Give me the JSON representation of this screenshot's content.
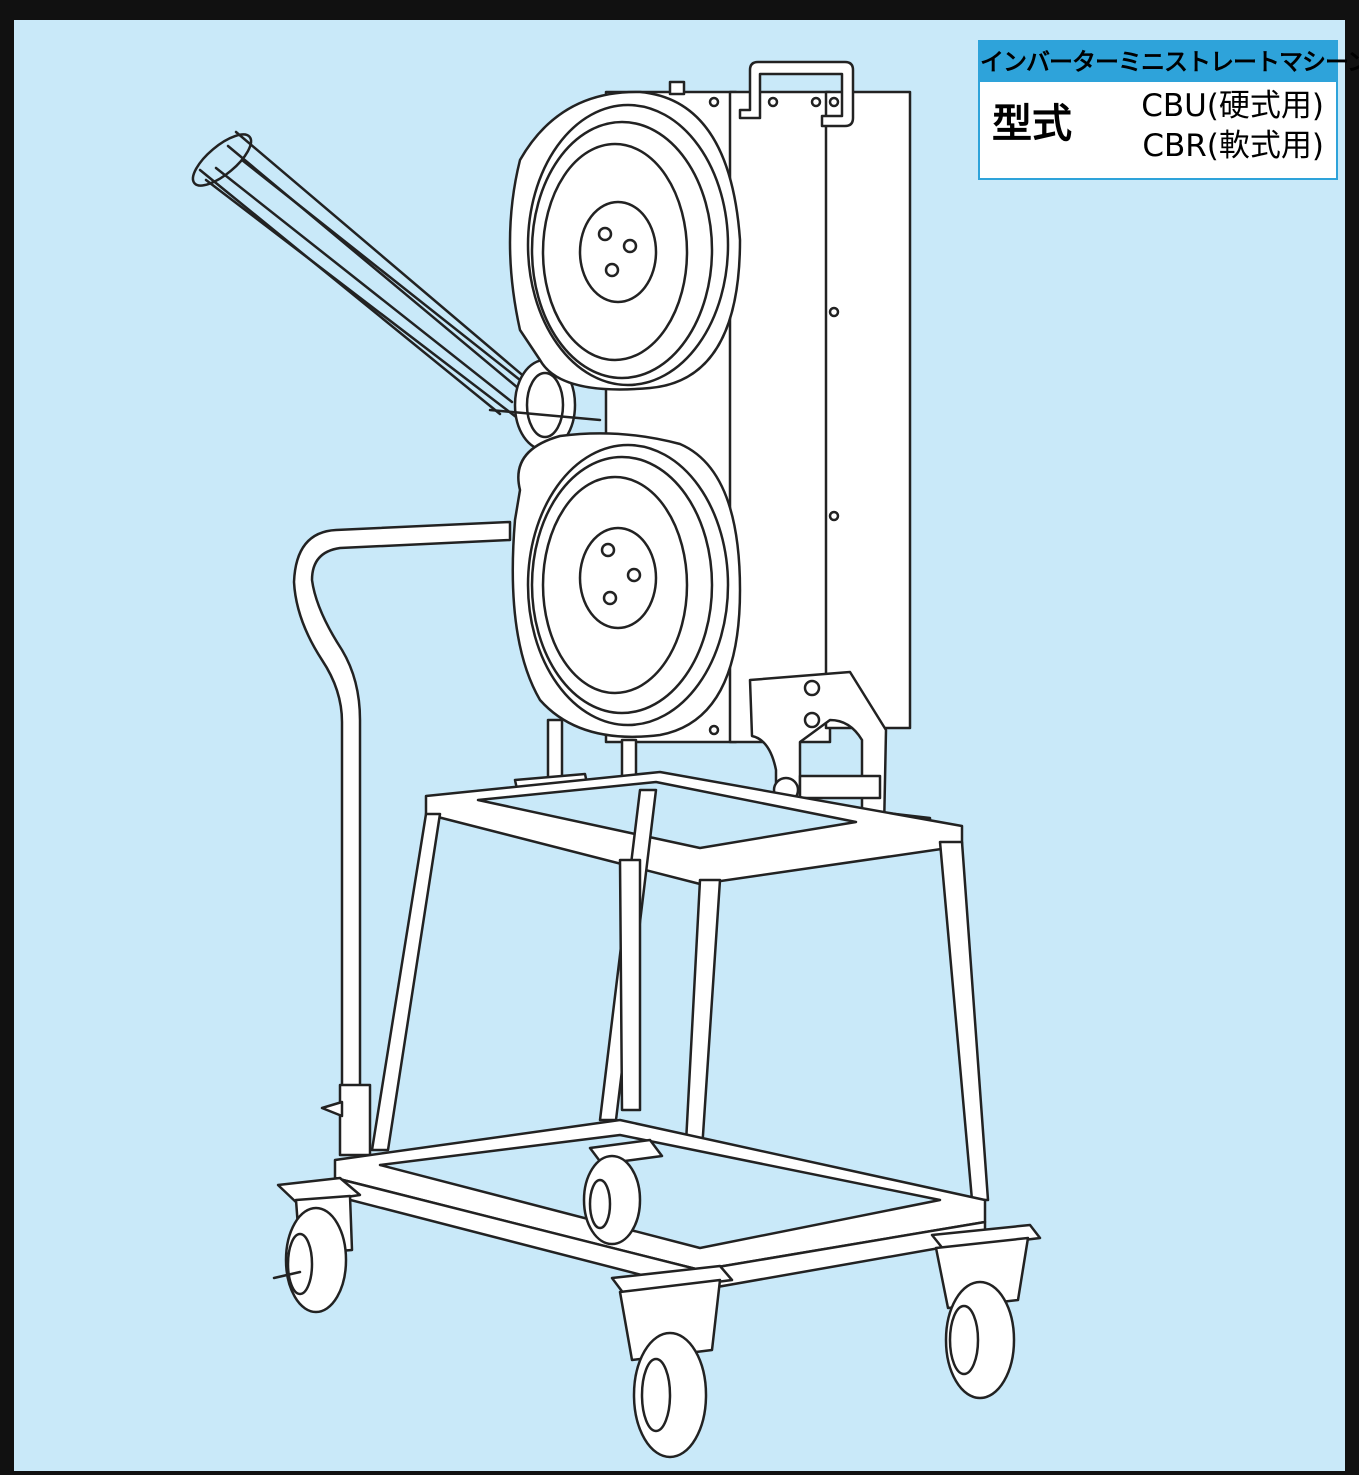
{
  "product": {
    "name": "インバーターミニストレートマシーン",
    "model_label": "型式",
    "models": [
      "CBU(硬式用)",
      "CBR(軟式用)"
    ]
  },
  "colors": {
    "background": "#c9e9f9",
    "frame": "#111111",
    "accent": "#2ea3da",
    "line_art_fill": "#ffffff",
    "line_art_stroke": "#222222"
  }
}
